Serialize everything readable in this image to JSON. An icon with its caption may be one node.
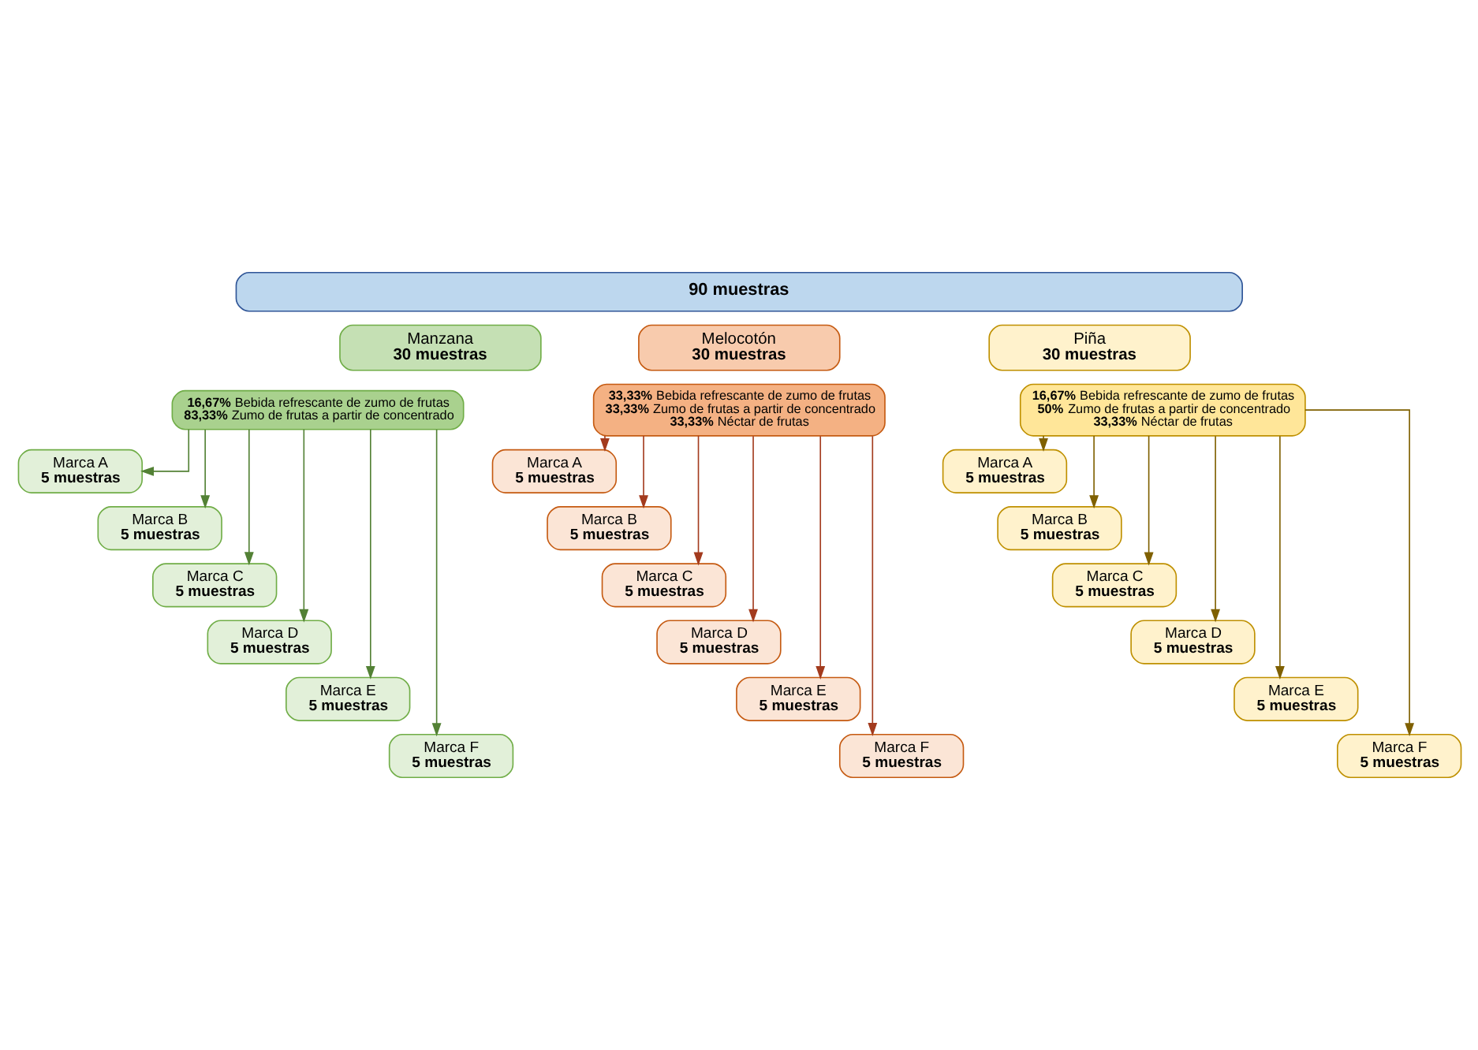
{
  "diagram": {
    "nodes": [
      {
        "text": [
          "**90 muestras**"
        ]
      },
      {
        "text": [
          "Manzana",
          "**30 muestras**"
        ]
      },
      {
        "text": [
          "Melocotón",
          "**30 muestras**"
        ]
      },
      {
        "text": [
          "Piña",
          "**30 muestras**"
        ]
      },
      {
        "text": [
          "**16,67%** Bebida refrescante de zumo de frutas",
          "**83,33%** Zumo de frutas a partir de concentrado"
        ]
      },
      {
        "text": [
          "**33,33%** Bebida refrescante de zumo de frutas",
          "**33,33%** Zumo de frutas a partir de concentrado",
          "**33,33%** Néctar de frutas"
        ]
      },
      {
        "text": [
          "**16,67%** Bebida refrescante de zumo de frutas",
          "**50%** Zumo de frutas a partir de concentrado",
          "**33,33%** Néctar de frutas"
        ]
      },
      {
        "text": [
          "Marca A",
          "**5 muestras**"
        ]
      },
      {
        "text": [
          "Marca B",
          "**5 muestras**"
        ]
      },
      {
        "text": [
          "Marca C",
          "**5 muestras**"
        ]
      },
      {
        "text": [
          "Marca D",
          "**5 muestras**"
        ]
      },
      {
        "text": [
          "Marca E",
          "**5 muestras**"
        ]
      },
      {
        "text": [
          "Marca F",
          "**5 muestras**"
        ]
      },
      {
        "text": [
          "Marca A",
          "**5 muestras**"
        ]
      },
      {
        "text": [
          "Marca B",
          "**5 muestras**"
        ]
      },
      {
        "text": [
          "Marca C",
          "**5 muestras**"
        ]
      },
      {
        "text": [
          "Marca D",
          "**5 muestras**"
        ]
      },
      {
        "text": [
          "Marca E",
          "**5 muestras**"
        ]
      },
      {
        "text": [
          "Marca F",
          "**5 muestras**"
        ]
      },
      {
        "text": [
          "Marca A",
          "**5 muestras**"
        ]
      },
      {
        "text": [
          "Marca B",
          "**5 muestras**"
        ]
      },
      {
        "text": [
          "Marca C",
          "**5 muestras**"
        ]
      },
      {
        "text": [
          "Marca D",
          "**5 muestras**"
        ]
      },
      {
        "text": [
          "Marca E",
          "**5 muestras**"
        ]
      },
      {
        "text": [
          "Marca F",
          "**5 muestras**"
        ]
      }
    ],
    "edges": [
      {
        "from": 4,
        "to": 7,
        "arrow": "to",
        "color": "#538135"
      },
      {
        "from": 4,
        "to": 8,
        "arrow": "to",
        "color": "#538135"
      },
      {
        "from": 4,
        "to": 9,
        "arrow": "to",
        "color": "#538135"
      },
      {
        "from": 4,
        "to": 10,
        "arrow": "to",
        "color": "#538135"
      },
      {
        "from": 4,
        "to": 11,
        "arrow": "to",
        "color": "#538135"
      },
      {
        "from": 4,
        "to": 12,
        "arrow": "to",
        "color": "#538135"
      },
      {
        "from": 5,
        "to": 13,
        "arrow": "to",
        "color": "#a33b1e"
      },
      {
        "from": 5,
        "to": 14,
        "arrow": "to",
        "color": "#a33b1e"
      },
      {
        "from": 5,
        "to": 15,
        "arrow": "to",
        "color": "#a33b1e"
      },
      {
        "from": 5,
        "to": 16,
        "arrow": "to",
        "color": "#a33b1e"
      },
      {
        "from": 5,
        "to": 17,
        "arrow": "to",
        "color": "#a33b1e"
      },
      {
        "from": 5,
        "to": 18,
        "arrow": "to",
        "color": "#a33b1e"
      },
      {
        "from": 6,
        "to": 19,
        "arrow": "to",
        "color": "#7f6000"
      },
      {
        "from": 6,
        "to": 20,
        "arrow": "to",
        "color": "#7f6000"
      },
      {
        "from": 6,
        "to": 21,
        "arrow": "to",
        "color": "#7f6000"
      },
      {
        "from": 6,
        "to": 22,
        "arrow": "to",
        "color": "#7f6000"
      },
      {
        "from": 6,
        "to": 23,
        "arrow": "to",
        "color": "#7f6000"
      },
      {
        "from": 6,
        "to": 24,
        "arrow": "to",
        "color": "#7f6000"
      }
    ]
  }
}
